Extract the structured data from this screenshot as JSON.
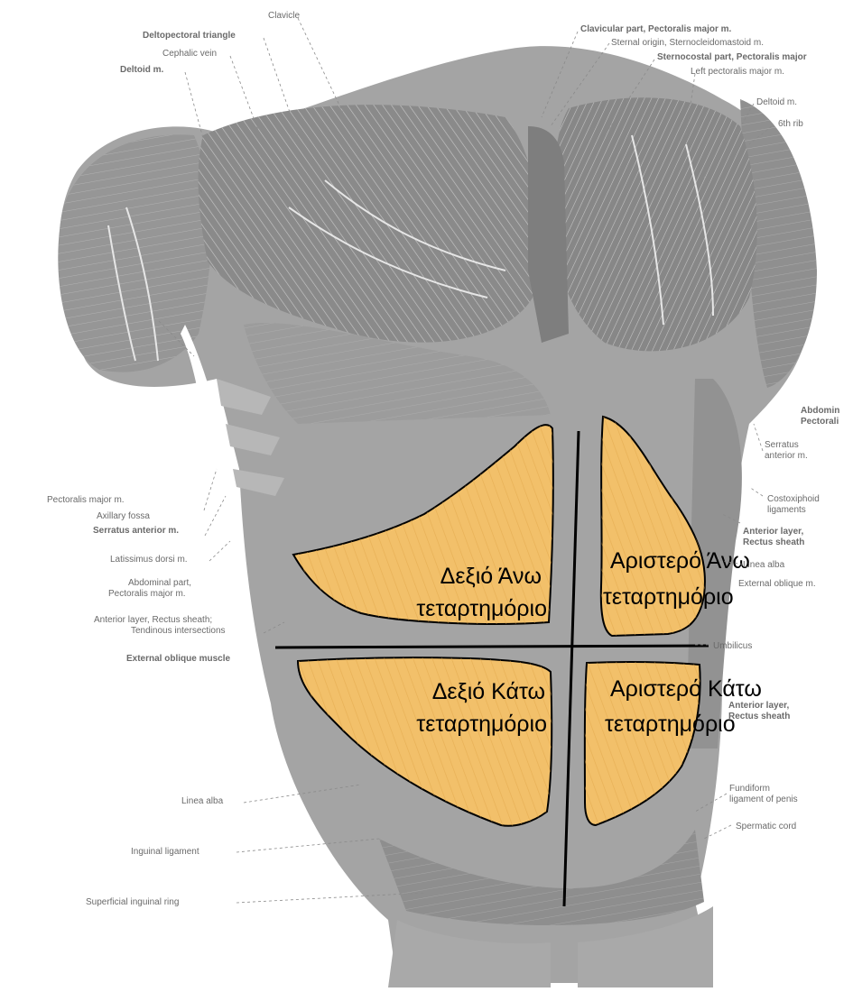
{
  "colors": {
    "muscle": "#9a9a9a",
    "muscle_dark": "#7d7d7d",
    "fiber": "#dcdcdc",
    "quadrant_fill": "#e8b25a",
    "quadrant_fill_light": "#f7cf85",
    "divider": "#000000",
    "label": "#6a6a6a"
  },
  "quadrants": {
    "ruq": {
      "line1": "Δεξιό Άνω",
      "line2": "τεταρτημόριο"
    },
    "luq": {
      "line1": "Αριστερό Άνω",
      "line2": "τεταρτημόριο"
    },
    "rlq": {
      "line1": "Δεξιό Κάτω",
      "line2": "τεταρτημόριο"
    },
    "llq": {
      "line1": "Αριστερό Κάτω",
      "line2": "τεταρτημόριο"
    }
  },
  "labels": {
    "clavicle": "Clavicle",
    "deltopectoral_triangle": "Deltopectoral triangle",
    "cephalic_vein": "Cephalic vein",
    "deltoid_left": "Deltoid m.",
    "clavicular_part": "Clavicular part, Pectoralis major m.",
    "sternal_origin": "Sternal origin, Sternocleidomastoid m.",
    "sternocostal_part": "Sternocostal part, Pectoralis major",
    "left_pectoralis": "Left pectoralis major m.",
    "deltoid_right": "Deltoid m.",
    "sixth_rib": "6th rib",
    "abdominal_cut1": "Abdomin",
    "abdominal_cut2": "Pectorali",
    "serratus_right1": "Serratus",
    "serratus_right2": "anterior m.",
    "costoxiphoid1": "Costoxiphoid",
    "costoxiphoid2": "ligaments",
    "anterior_layer_right1": "Anterior layer,",
    "anterior_layer_right2": "Rectus sheath",
    "linea_alba_right": "Linea alba",
    "external_oblique_right": "External oblique m.",
    "umbilicus": "Umbilicus",
    "anterior_layer_low1": "Anterior layer,",
    "anterior_layer_low2": "Rectus sheath",
    "fundiform1": "Fundiform",
    "fundiform2": "ligament of penis",
    "spermatic_cord": "Spermatic cord",
    "pectoralis_major": "Pectoralis major m.",
    "axillary_fossa": "Axillary fossa",
    "serratus_left": "Serratus anterior m.",
    "latissimus": "Latissimus dorsi m.",
    "abdominal_part1": "Abdominal part,",
    "abdominal_part2": "Pectoralis major m.",
    "anterior_tendinous1": "Anterior layer, Rectus sheath;",
    "anterior_tendinous2": "Tendinous intersections",
    "external_oblique_muscle": "External oblique muscle",
    "linea_alba_left": "Linea alba",
    "inguinal_ligament": "Inguinal ligament",
    "superficial_ring": "Superficial inguinal ring"
  }
}
